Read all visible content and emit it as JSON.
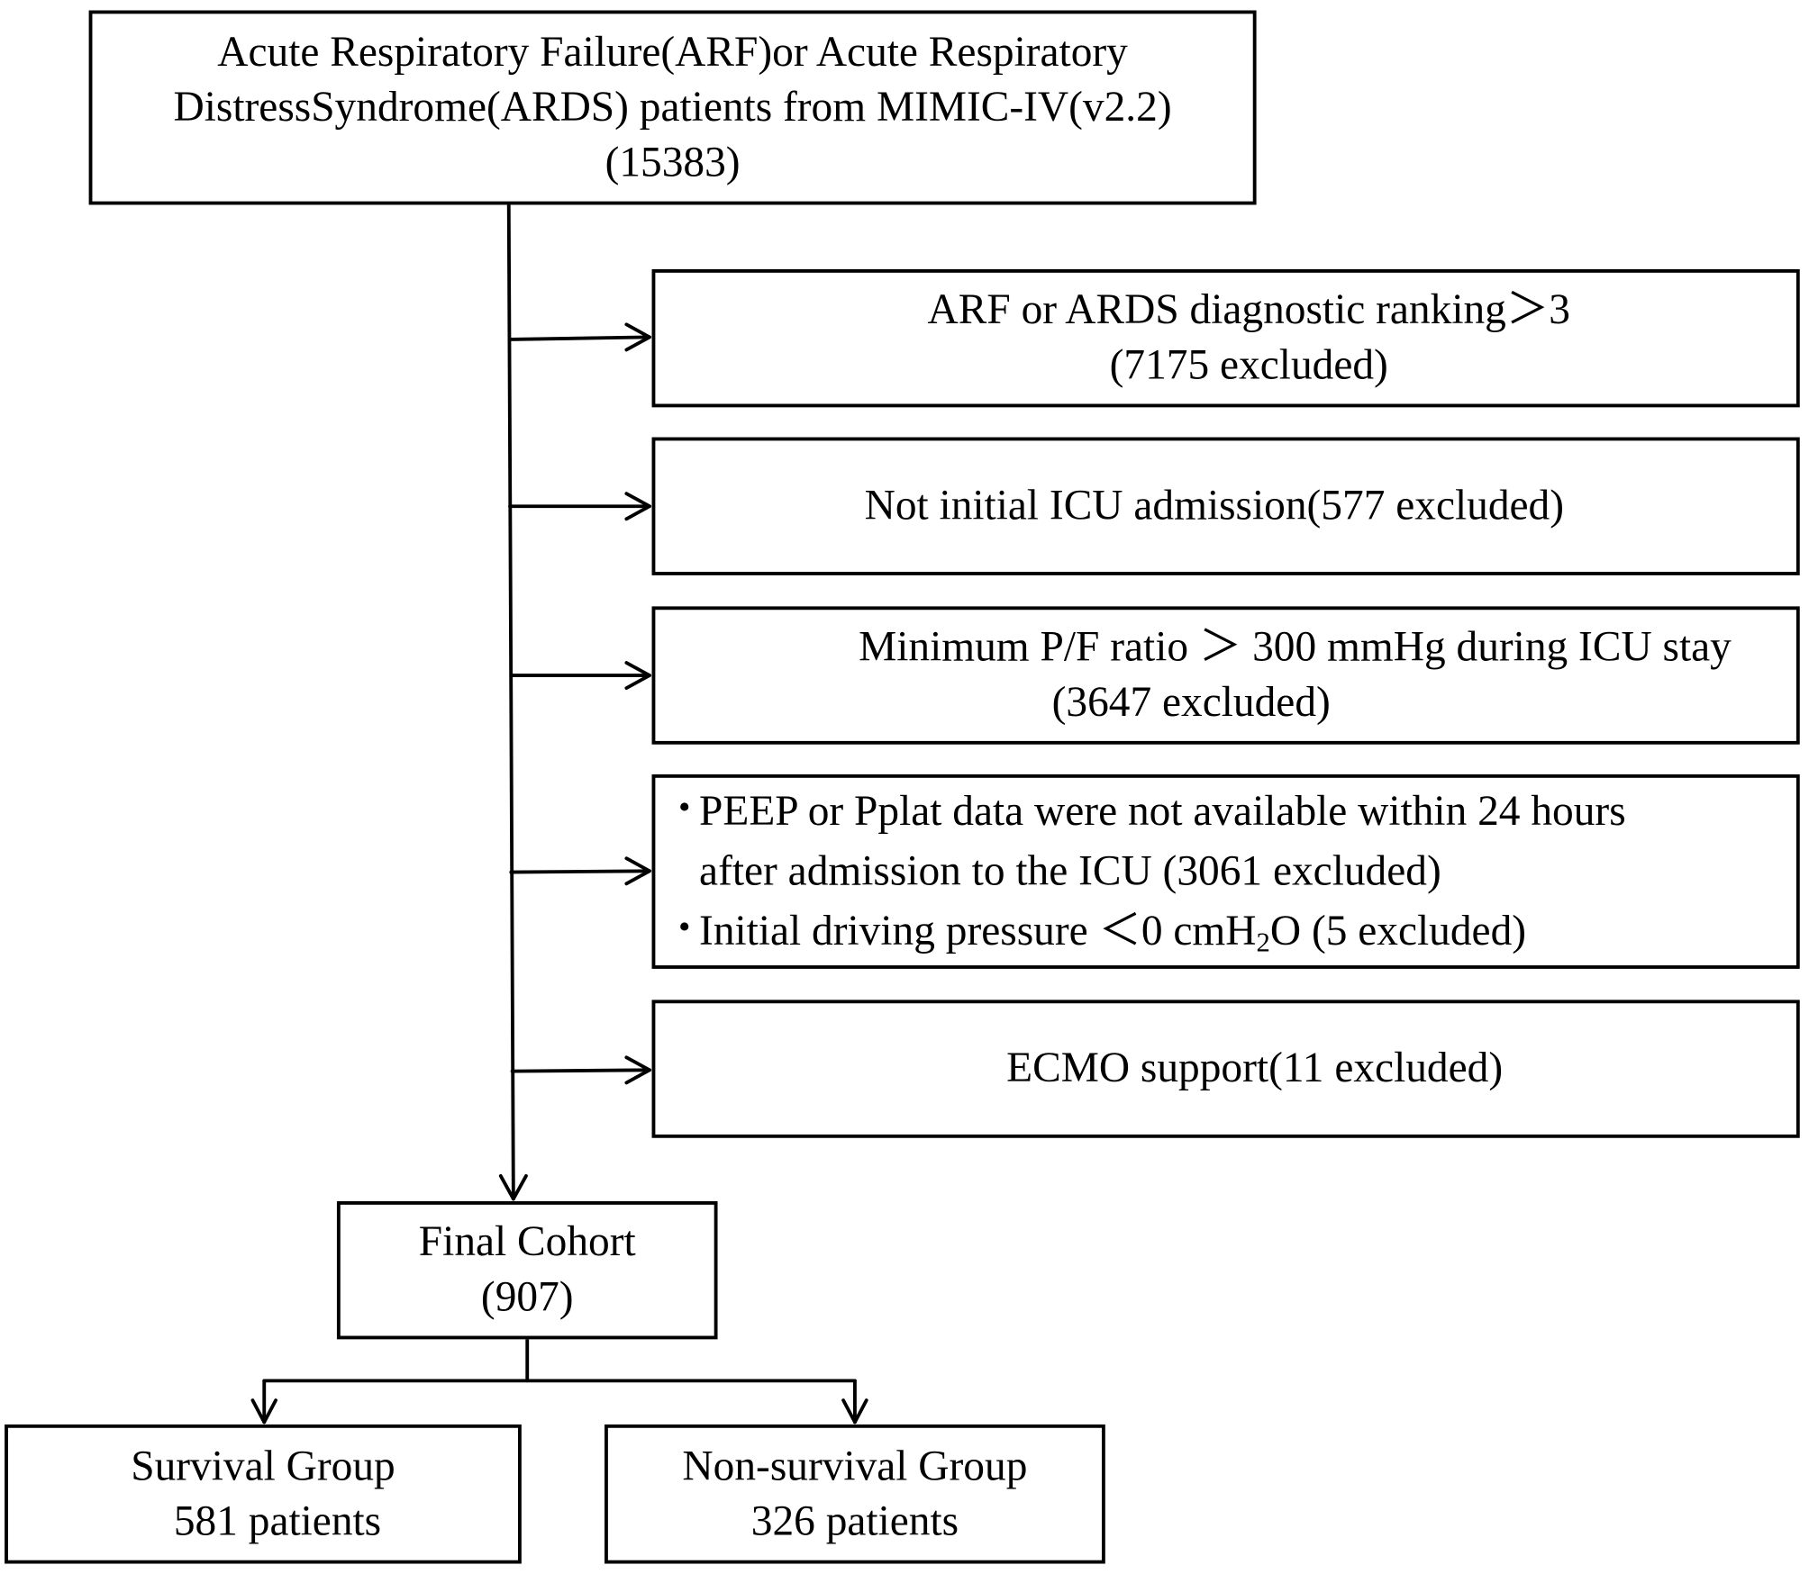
{
  "flowchart": {
    "source": {
      "line1": "Acute Respiratory Failure(ARF)or Acute Respiratory",
      "line2": "DistressSyndrome(ARDS) patients from MIMIC-IV(v2.2)",
      "line3": "(15383)"
    },
    "exclusions": [
      {
        "line1": "ARF or ARDS diagnostic ranking＞3",
        "line2": "(7175 excluded)"
      },
      {
        "line1": "Not initial ICU admission(577 excluded)"
      },
      {
        "line1": "Minimum P/F ratio ＞ 300 mmHg during ICU stay",
        "line2": "(3647 excluded)"
      },
      {
        "bullets": [
          {
            "marker": "•",
            "line1": "PEEP or Pplat data were not available within 24 hours",
            "line2": "after admission to the ICU (3061 excluded)"
          },
          {
            "marker": "•",
            "text_before_sub": "Initial driving pressure ＜0 cmH",
            "sub": "2",
            "text_after_sub": "O (5 excluded)"
          }
        ]
      },
      {
        "line1": "ECMO support(11 excluded)"
      }
    ],
    "final_cohort": {
      "line1": "Final Cohort",
      "line2": "(907)"
    },
    "groups": [
      {
        "line1": "Survival Group",
        "line2": "581 patients"
      },
      {
        "line1": "Non-survival Group",
        "line2": "326 patients"
      }
    ]
  },
  "colors": {
    "stroke": "#000000",
    "background": "#ffffff"
  }
}
